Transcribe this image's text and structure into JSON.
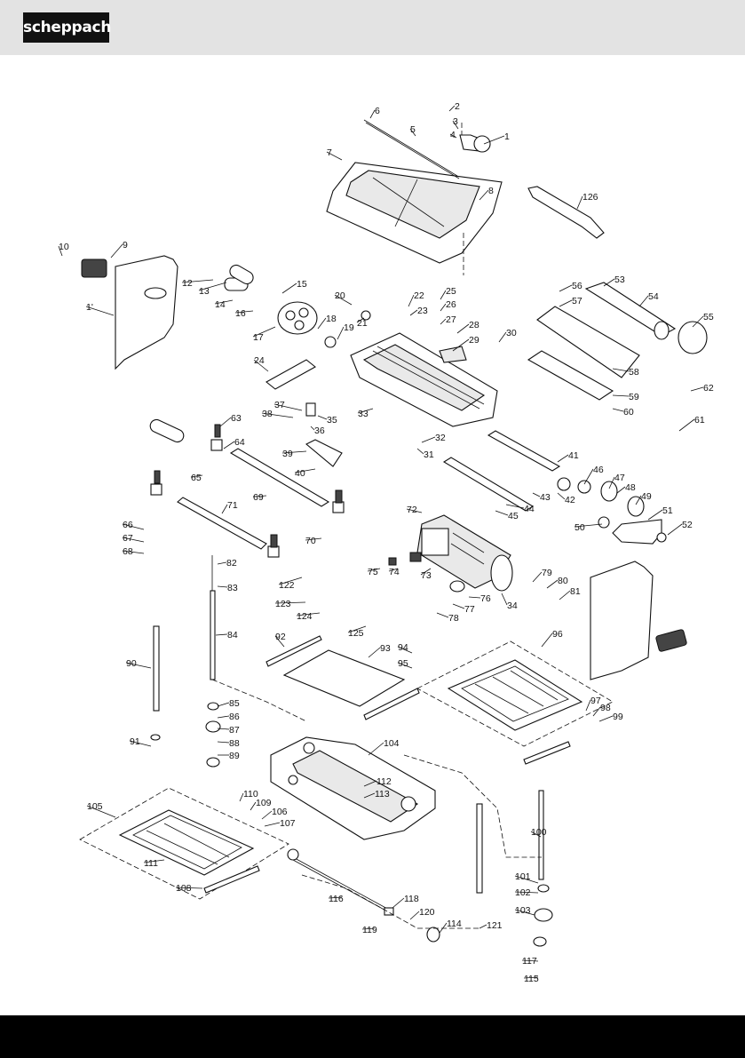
{
  "brand": {
    "logo_text": "scheppach",
    "header_color": "#e3e3e3",
    "footer_color": "#000000"
  },
  "labels": [
    "1",
    "2",
    "3",
    "4",
    "5",
    "6",
    "7",
    "8",
    "9",
    "10",
    "1'",
    "12",
    "13",
    "14",
    "15",
    "16",
    "17",
    "18",
    "19",
    "20",
    "21",
    "22",
    "23",
    "24",
    "25",
    "26",
    "27",
    "28",
    "29",
    "30",
    "31",
    "32",
    "33",
    "34",
    "35",
    "36",
    "37",
    "38",
    "39",
    "40",
    "41",
    "42",
    "43",
    "44",
    "45",
    "46",
    "47",
    "48",
    "49",
    "50",
    "51",
    "52",
    "53",
    "54",
    "55",
    "56",
    "57",
    "58",
    "59",
    "60",
    "61",
    "62",
    "63",
    "64",
    "65",
    "66",
    "67",
    "68",
    "69",
    "70",
    "71",
    "72",
    "73",
    "74",
    "75",
    "76",
    "77",
    "78",
    "79",
    "80",
    "81",
    "82",
    "83",
    "84",
    "85",
    "86",
    "87",
    "88",
    "89",
    "90",
    "91",
    "92",
    "93",
    "94",
    "95",
    "96",
    "97",
    "98",
    "99",
    "100",
    "101",
    "102",
    "103",
    "104",
    "105",
    "106",
    "107",
    "108",
    "109",
    "110",
    "111",
    "112",
    "113",
    "114",
    "115",
    "116",
    "117",
    "118",
    "119",
    "120",
    "121",
    "122",
    "123",
    "124",
    "125",
    "126"
  ]
}
